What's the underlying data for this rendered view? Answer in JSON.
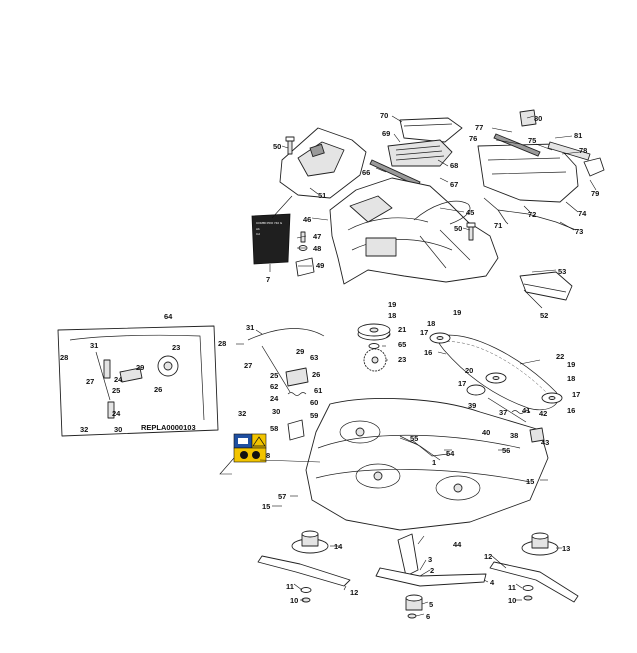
{
  "inset_caption": "REPLA0000103",
  "decal_text": {
    "line1": "COMBI PRO 740 G",
    "line2": "Ab",
    "line3": "Cd"
  },
  "callouts": [
    {
      "id": "c80",
      "label": "80"
    },
    {
      "id": "c81",
      "label": "81"
    },
    {
      "id": "c77",
      "label": "77"
    },
    {
      "id": "c76",
      "label": "76"
    },
    {
      "id": "c75",
      "label": "75"
    },
    {
      "id": "c78",
      "label": "78"
    },
    {
      "id": "c79",
      "label": "79"
    },
    {
      "id": "c74",
      "label": "74"
    },
    {
      "id": "c72",
      "label": "72"
    },
    {
      "id": "c71",
      "label": "71"
    },
    {
      "id": "c73",
      "label": "73"
    },
    {
      "id": "c70",
      "label": "70"
    },
    {
      "id": "c69",
      "label": "69"
    },
    {
      "id": "c68",
      "label": "68"
    },
    {
      "id": "c66",
      "label": "66"
    },
    {
      "id": "c67",
      "label": "67"
    },
    {
      "id": "c45",
      "label": "45"
    },
    {
      "id": "c50a",
      "label": "50"
    },
    {
      "id": "c51",
      "label": "51"
    },
    {
      "id": "c46",
      "label": "46"
    },
    {
      "id": "c47",
      "label": "47"
    },
    {
      "id": "c48",
      "label": "48"
    },
    {
      "id": "c49",
      "label": "49"
    },
    {
      "id": "c7",
      "label": "7"
    },
    {
      "id": "c50b",
      "label": "50"
    },
    {
      "id": "c53",
      "label": "53"
    },
    {
      "id": "c52",
      "label": "52"
    },
    {
      "id": "c64",
      "label": "64"
    },
    {
      "id": "c31a",
      "label": "31"
    },
    {
      "id": "c28a",
      "label": "28"
    },
    {
      "id": "c23a",
      "label": "23"
    },
    {
      "id": "c27a",
      "label": "27"
    },
    {
      "id": "c29a",
      "label": "29"
    },
    {
      "id": "c24a",
      "label": "24"
    },
    {
      "id": "c25a",
      "label": "25"
    },
    {
      "id": "c26a",
      "label": "26"
    },
    {
      "id": "c24b",
      "label": "24"
    },
    {
      "id": "c32a",
      "label": "32"
    },
    {
      "id": "c30a",
      "label": "30"
    },
    {
      "id": "c31b",
      "label": "31"
    },
    {
      "id": "c28b",
      "label": "28"
    },
    {
      "id": "c27b",
      "label": "27"
    },
    {
      "id": "c29b",
      "label": "29"
    },
    {
      "id": "c63",
      "label": "63"
    },
    {
      "id": "c25b",
      "label": "25"
    },
    {
      "id": "c26b",
      "label": "26"
    },
    {
      "id": "c62",
      "label": "62"
    },
    {
      "id": "c61",
      "label": "61"
    },
    {
      "id": "c24c",
      "label": "24"
    },
    {
      "id": "c60",
      "label": "60"
    },
    {
      "id": "c32b",
      "label": "32"
    },
    {
      "id": "c30b",
      "label": "30"
    },
    {
      "id": "c59",
      "label": "59"
    },
    {
      "id": "c58",
      "label": "58"
    },
    {
      "id": "c8",
      "label": "8"
    },
    {
      "id": "c19a",
      "label": "19"
    },
    {
      "id": "c18a",
      "label": "18"
    },
    {
      "id": "c21",
      "label": "21"
    },
    {
      "id": "c65",
      "label": "65"
    },
    {
      "id": "c23b",
      "label": "23"
    },
    {
      "id": "c19b",
      "label": "19"
    },
    {
      "id": "c18b",
      "label": "18"
    },
    {
      "id": "c17a",
      "label": "17"
    },
    {
      "id": "c16a",
      "label": "16"
    },
    {
      "id": "c22",
      "label": "22"
    },
    {
      "id": "c19c",
      "label": "19"
    },
    {
      "id": "c18c",
      "label": "18"
    },
    {
      "id": "c20",
      "label": "20"
    },
    {
      "id": "c17b",
      "label": "17"
    },
    {
      "id": "c17c",
      "label": "17"
    },
    {
      "id": "c39",
      "label": "39"
    },
    {
      "id": "c37",
      "label": "37"
    },
    {
      "id": "c41",
      "label": "41"
    },
    {
      "id": "c42",
      "label": "42"
    },
    {
      "id": "c16b",
      "label": "16"
    },
    {
      "id": "c40",
      "label": "40"
    },
    {
      "id": "c38",
      "label": "38"
    },
    {
      "id": "c43",
      "label": "43"
    },
    {
      "id": "c55",
      "label": "55"
    },
    {
      "id": "c54",
      "label": "54"
    },
    {
      "id": "c56",
      "label": "56"
    },
    {
      "id": "c1",
      "label": "1"
    },
    {
      "id": "c15a",
      "label": "15"
    },
    {
      "id": "c57",
      "label": "57"
    },
    {
      "id": "c15b",
      "label": "15"
    },
    {
      "id": "c14",
      "label": "14"
    },
    {
      "id": "c44",
      "label": "44"
    },
    {
      "id": "c13",
      "label": "13"
    },
    {
      "id": "c12a",
      "label": "12"
    },
    {
      "id": "c3",
      "label": "3"
    },
    {
      "id": "c2",
      "label": "2"
    },
    {
      "id": "c4",
      "label": "4"
    },
    {
      "id": "c11a",
      "label": "11"
    },
    {
      "id": "c10a",
      "label": "10"
    },
    {
      "id": "c12b",
      "label": "12"
    },
    {
      "id": "c11b",
      "label": "11"
    },
    {
      "id": "c10b",
      "label": "10"
    },
    {
      "id": "c5",
      "label": "5"
    },
    {
      "id": "c6",
      "label": "6"
    }
  ],
  "colors": {
    "line": "#222222",
    "decal_dark": "#1f1f1f",
    "warning_yellow": "#f2c400",
    "info_blue": "#1f4fa0"
  }
}
